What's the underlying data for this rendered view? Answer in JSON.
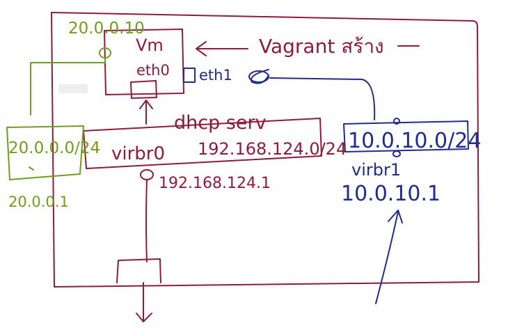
{
  "colors": {
    "host": "#8e1b3a",
    "network_green": "#6f9e1a",
    "network_blue": "#1f2b8f",
    "background": "#ffffff"
  },
  "labels": {
    "vm_ip": "20.0.0.10",
    "vm": "Vm",
    "eth0": "eth0",
    "eth1": "eth1",
    "vagrant": "Vagrant สร้าง",
    "dhcp": "dhcp serv",
    "green_net": "20.0.0.0/24",
    "green_gateway": "20.0.0.1",
    "virbr0": "virbr0",
    "virbr0_net": "192.168.124.0/24",
    "virbr0_ip": "192.168.124.1",
    "blue_net": "10.0.10.0/24",
    "virbr1": "virbr1",
    "virbr1_ip": "10.0.10.1"
  }
}
